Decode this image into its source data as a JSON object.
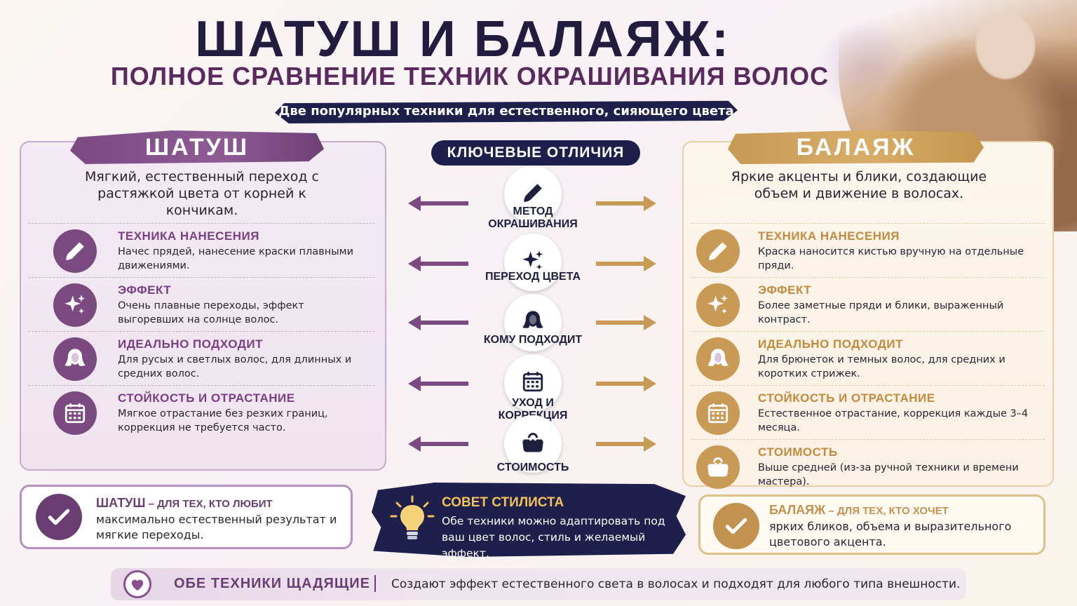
{
  "header": {
    "title": "ШАТУШ И БАЛАЯЖ:",
    "subtitle": "ПОЛНОЕ СРАВНЕНИЕ ТЕХНИК ОКРАШИВАНИЯ ВОЛОС",
    "tagline": "Две популярных техники для естественного, сияющего цвета"
  },
  "left": {
    "name": "ШАТУШ",
    "description": "Мягкий, естественный переход с растяжкой цвета от корней к кончикам.",
    "rows": [
      {
        "icon": "brush-icon",
        "title": "ТЕХНИКА НАНЕСЕНИЯ",
        "text": "Начес прядей, нанесение краски плавными движениями."
      },
      {
        "icon": "sparkles-icon",
        "title": "ЭФФЕКТ",
        "text": "Очень плавные переходы, эффект выгоревших на солнце волос."
      },
      {
        "icon": "woman-icon",
        "title": "ИДЕАЛЬНО ПОДХОДИТ",
        "text": "Для русых и светлых волос, для длинных и средних волос."
      },
      {
        "icon": "calendar-icon",
        "title": "СТОЙКОСТЬ И ОТРАСТАНИЕ",
        "text": "Мягкое отрастание без резких границ, коррекция не требуется часто."
      }
    ],
    "summary_title": "ШАТУШ",
    "summary_sub": " – ДЛЯ ТЕХ, КТО ЛЮБИТ",
    "summary_text": "максимально естественный результат и мягкие переходы.",
    "color": "#7a4a80"
  },
  "right": {
    "name": "БАЛАЯЖ",
    "description": "Яркие акценты и блики, создающие объем и движение в волосах.",
    "rows": [
      {
        "icon": "brush-icon",
        "title": "ТЕХНИКА НАНЕСЕНИЯ",
        "text": "Краска наносится кистью вручную на отдельные пряди."
      },
      {
        "icon": "sparkles-icon",
        "title": "ЭФФЕКТ",
        "text": "Более заметные пряди и блики, выраженный контраст."
      },
      {
        "icon": "woman-icon",
        "title": "ИДЕАЛЬНО ПОДХОДИТ",
        "text": "Для брюнеток и темных волос, для средних и коротких стрижек."
      },
      {
        "icon": "calendar-icon",
        "title": "СТОЙКОСТЬ И ОТРАСТАНИЕ",
        "text": "Естественное отрастание, коррекция каждые 3–4 месяца."
      },
      {
        "icon": "purse-icon",
        "title": "СТОИМОСТЬ",
        "text": "Выше средней (из-за ручной техники и времени мастера)."
      }
    ],
    "summary_title": "БАЛАЯЖ",
    "summary_sub": " – ДЛЯ ТЕХ, КТО ХОЧЕТ",
    "summary_text": "ярких бликов, объема и выразительного цветового акцента.",
    "color": "#c99a55"
  },
  "center": {
    "heading": "КЛЮЧЕВЫЕ ОТЛИЧИЯ",
    "items": [
      {
        "icon": "brush-icon",
        "label": "МЕТОД ОКРАШИВАНИЯ"
      },
      {
        "icon": "sparkles-icon",
        "label": "ПЕРЕХОД ЦВЕТА"
      },
      {
        "icon": "woman-icon",
        "label": "КОМУ ПОДХОДИТ"
      },
      {
        "icon": "calendar-icon",
        "label": "УХОД И КОРРЕКЦИЯ"
      },
      {
        "icon": "purse-icon",
        "label": "СТОИМОСТЬ"
      }
    ]
  },
  "tip": {
    "icon": "lightbulb-icon",
    "title": "СОВЕТ СТИЛИСТА",
    "text": "Обе техники можно адаптировать под ваш цвет волос, стиль и желаемый эффект."
  },
  "footer": {
    "icon": "heart-icon",
    "title": "ОБЕ ТЕХНИКИ ЩАДЯЩИЕ",
    "text": "Создают эффект естественного света в волосах и подходят для любого типа внешности."
  },
  "colors": {
    "navy": "#1e1f4a",
    "purple": "#7a4a80",
    "gold": "#c99a55"
  }
}
